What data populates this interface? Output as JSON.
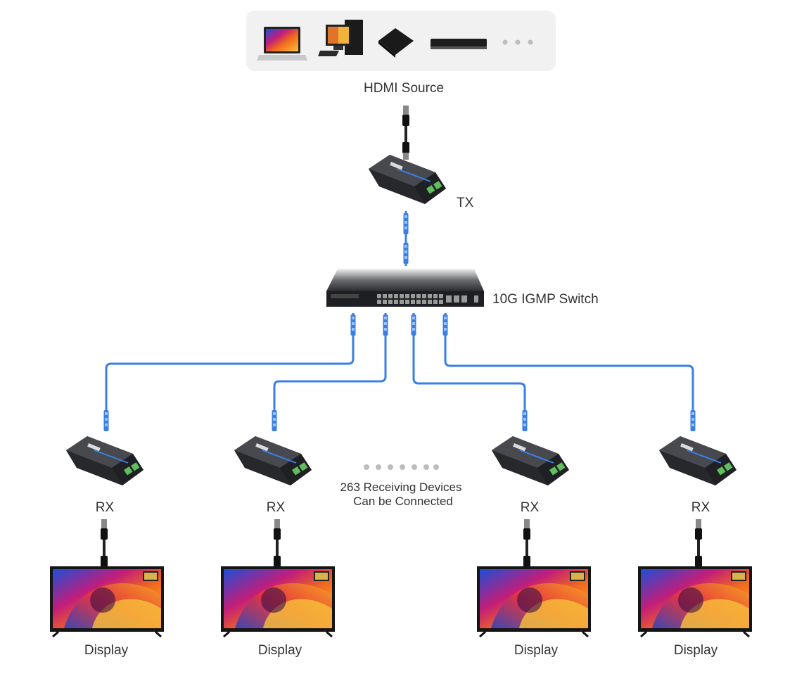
{
  "source": {
    "label": "HDMI Source",
    "devices": [
      {
        "name": "laptop"
      },
      {
        "name": "desktop-pc"
      },
      {
        "name": "tv-box"
      },
      {
        "name": "blu-ray-player"
      }
    ],
    "more_indicator": "more-dots"
  },
  "tx": {
    "label": "TX"
  },
  "switch": {
    "label": "10G IGMP Switch"
  },
  "receivers": [
    {
      "label": "RX",
      "display_label": "Display"
    },
    {
      "label": "RX",
      "display_label": "Display"
    },
    {
      "label": "RX",
      "display_label": "Display"
    },
    {
      "label": "RX",
      "display_label": "Display"
    }
  ],
  "receivers_note": {
    "line1": "263 Receiving Devices",
    "line2": "Can be Connected"
  },
  "colors": {
    "cable_blue": "#3a7fe6",
    "hdmi_cable": "#222222",
    "tray_bg": "#f1f1f1",
    "device_body": "#2f3033",
    "dots": "#bdbdbd"
  }
}
